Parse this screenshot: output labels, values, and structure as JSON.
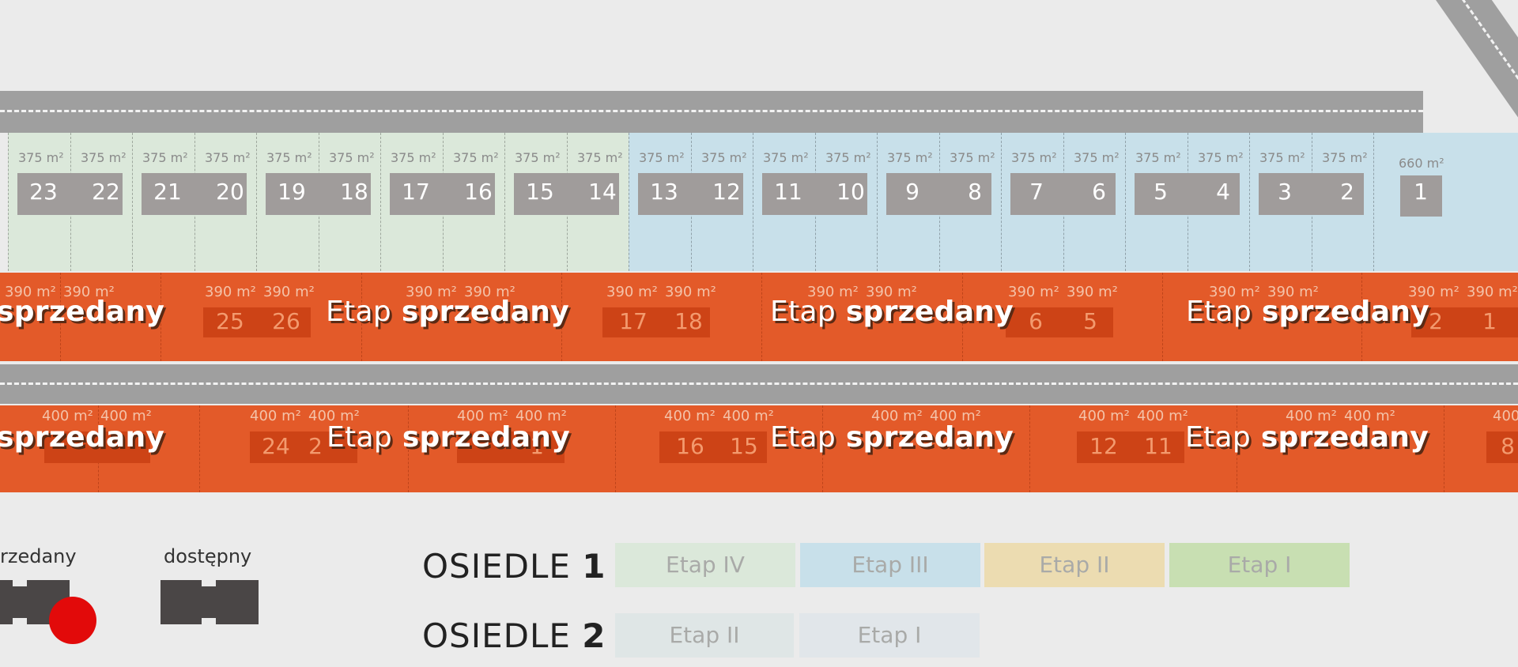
{
  "colors": {
    "background": "#ebebeb",
    "road": "#9f9f9f",
    "sold": "#e35a29",
    "stage_iv": "#dbe8da",
    "stage_iii": "#c8e0ea",
    "stage_ii": "#ecdcb1",
    "stage_i": "#c8dfb2",
    "estate2_stage_ii": "#dfe6e6",
    "estate2_stage_i": "#e1e6ea",
    "sold_dot": "#e20a0a",
    "house": "#4a4646"
  },
  "row1": {
    "pairs": [
      {
        "stage": "iv",
        "plots": [
          {
            "area": "375 m²",
            "num": "23"
          },
          {
            "area": "375 m²",
            "num": "22"
          }
        ]
      },
      {
        "stage": "iv",
        "plots": [
          {
            "area": "375 m²",
            "num": "21"
          },
          {
            "area": "375 m²",
            "num": "20"
          }
        ]
      },
      {
        "stage": "iv",
        "plots": [
          {
            "area": "375 m²",
            "num": "19"
          },
          {
            "area": "375 m²",
            "num": "18"
          }
        ]
      },
      {
        "stage": "iv",
        "plots": [
          {
            "area": "375 m²",
            "num": "17"
          },
          {
            "area": "375 m²",
            "num": "16"
          }
        ]
      },
      {
        "stage": "iv",
        "plots": [
          {
            "area": "375 m²",
            "num": "15"
          },
          {
            "area": "375 m²",
            "num": "14"
          }
        ]
      },
      {
        "stage": "iii",
        "plots": [
          {
            "area": "375 m²",
            "num": "13"
          },
          {
            "area": "375 m²",
            "num": "12"
          }
        ]
      },
      {
        "stage": "iii",
        "plots": [
          {
            "area": "375 m²",
            "num": "11"
          },
          {
            "area": "375 m²",
            "num": "10"
          }
        ]
      },
      {
        "stage": "iii",
        "plots": [
          {
            "area": "375 m²",
            "num": "9"
          },
          {
            "area": "375 m²",
            "num": "8"
          }
        ]
      },
      {
        "stage": "iii",
        "plots": [
          {
            "area": "375 m²",
            "num": "7"
          },
          {
            "area": "375 m²",
            "num": "6"
          }
        ]
      },
      {
        "stage": "iii",
        "plots": [
          {
            "area": "375 m²",
            "num": "5"
          },
          {
            "area": "375 m²",
            "num": "4"
          }
        ]
      },
      {
        "stage": "iii",
        "plots": [
          {
            "area": "375 m²",
            "num": "3"
          },
          {
            "area": "375 m²",
            "num": "2"
          }
        ]
      }
    ],
    "single": {
      "area": "660 m²",
      "num": "1"
    }
  },
  "row2": {
    "banner": {
      "light": "Etap",
      "bold": "sprzedany",
      "partial": "sprzedany"
    },
    "areas": [
      "390 m²",
      "390 m²",
      "390 m²",
      "390 m²",
      "390 m²",
      "390 m²",
      "390 m²",
      "390 m²",
      "390 m²",
      "390 m²",
      "390 m²",
      "390 m²",
      "390 m²",
      "390 m²",
      "390 m²",
      "390 m²"
    ],
    "ghost_nums": [
      "25",
      "26",
      "17",
      "18",
      "6",
      "5",
      "2",
      "1"
    ]
  },
  "row3": {
    "areas": [
      "400 m²",
      "400 m²",
      "400 m²",
      "400 m²",
      "400 m²",
      "400 m²",
      "400 m²",
      "400 m²",
      "400 m²",
      "400 m²",
      "400 m²",
      "400 m²",
      "400 m²",
      "400 m²",
      "400"
    ],
    "ghost_nums": [
      "24",
      "2",
      "1",
      "16",
      "15",
      "12",
      "11",
      "8"
    ]
  },
  "legend": {
    "sold_label": "rzedany",
    "available_label": "dostępny"
  },
  "estates": [
    {
      "name": "OSIEDLE",
      "num": "1",
      "stages": [
        "Etap IV",
        "Etap III",
        "Etap II",
        "Etap I"
      ]
    },
    {
      "name": "OSIEDLE",
      "num": "2",
      "stages": [
        "Etap II",
        "Etap I"
      ]
    }
  ]
}
